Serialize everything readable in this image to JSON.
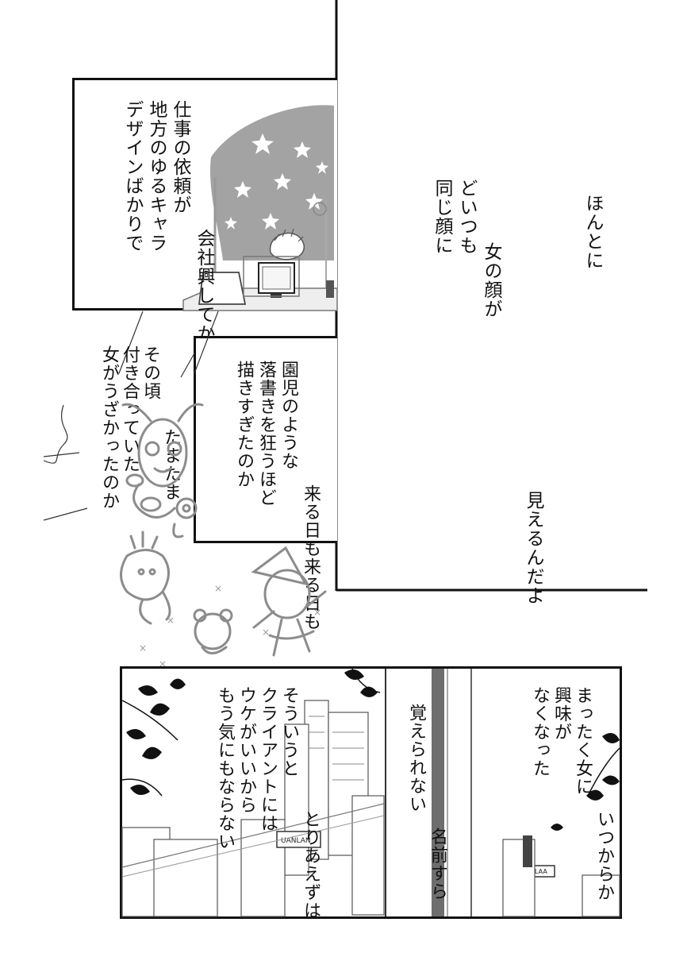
{
  "panels": {
    "top_right": {
      "lines_a": [
        "ほんとに"
      ],
      "lines_b": [
        "女の顔が",
        "どいつも",
        "同じ顔に"
      ],
      "lines_c": [
        "見えるんだよ"
      ]
    },
    "office_scene": {
      "caption": [
        "会社興してから",
        "仕事の依頼が",
        "地方のゆるキャラ",
        "デザインばかりで"
      ]
    },
    "middle_caption": {
      "lines": [
        "来る日も来る日も",
        "園児のような",
        "落書きを狂うほど",
        "描きすぎたのか"
      ]
    },
    "floating_text": {
      "lines": [
        "たまたま",
        "その頃",
        "付き合っていた",
        "女がうざかったのか"
      ]
    },
    "street_scene": {
      "caption_right": [
        "いつからか",
        "まったく女に",
        "興味が",
        "なくなった"
      ],
      "caption_middle": [
        "名前すら",
        "覚えられない"
      ],
      "caption_left": [
        "とりあえずは",
        "そういうと",
        "クライアントには",
        "ウケがいいから",
        "もう気にもならない"
      ],
      "sign_1": "UANLAN",
      "sign_2": "ABHLAA"
    }
  },
  "colors": {
    "ink": "#111111",
    "screentone": "#9a9a9a",
    "light_tone": "#d8d8d8",
    "sketch": "#8c8c8c"
  }
}
